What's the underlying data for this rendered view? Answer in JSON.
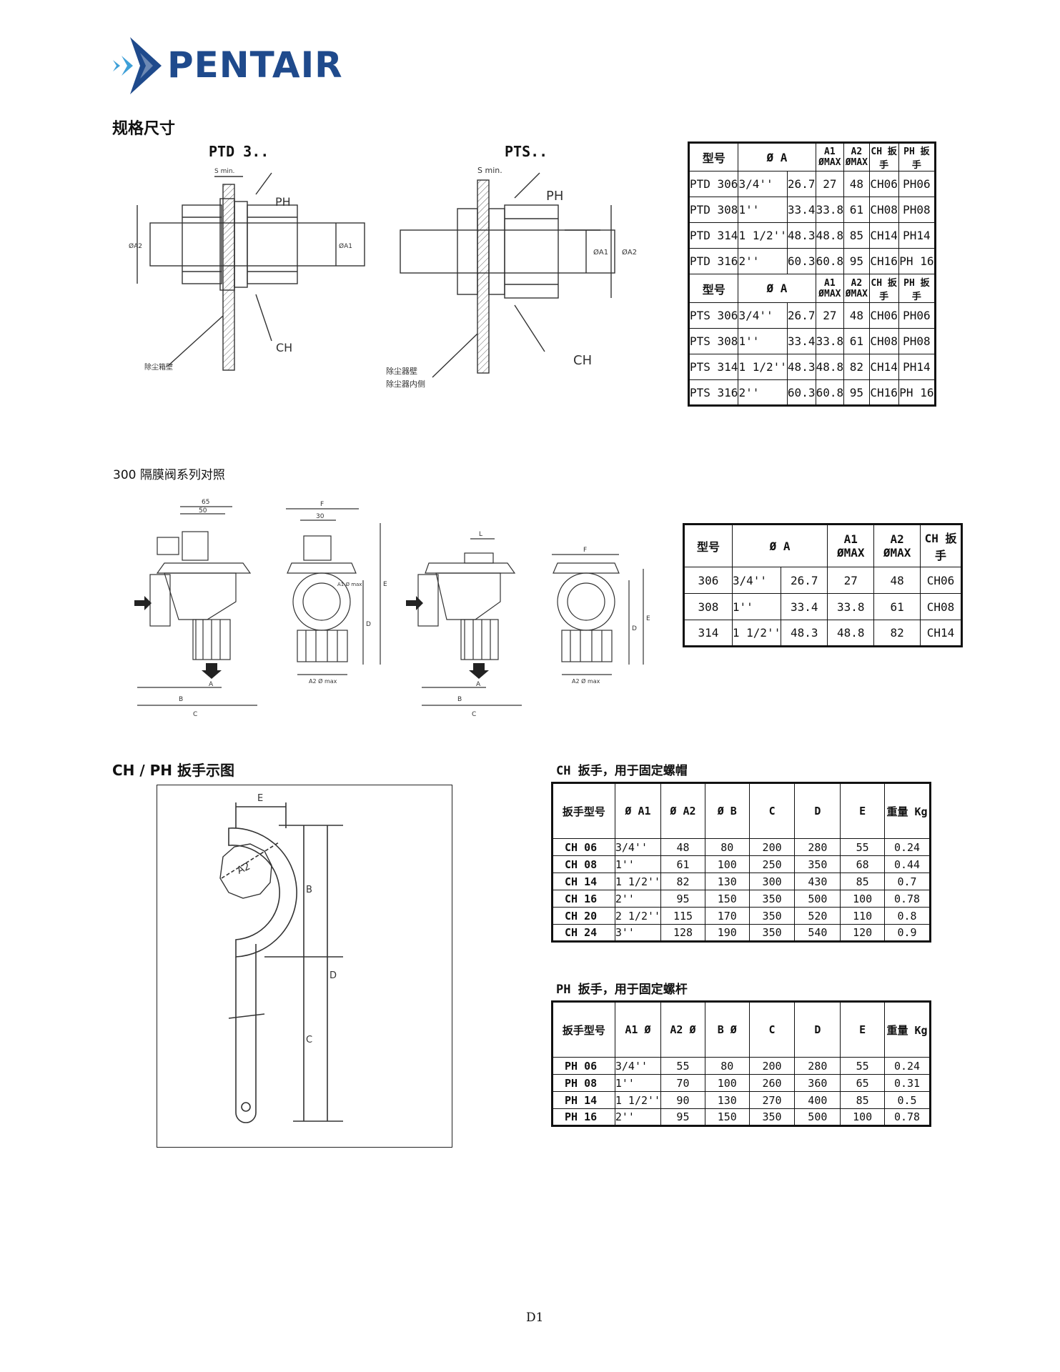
{
  "brand": {
    "name": "PENTAIR",
    "logo_color": "#1f4a8c",
    "accent_color": "#3ea0d8"
  },
  "section1": {
    "title": "规格尺寸",
    "drawing_ptd": {
      "title": "PTD 3..",
      "labels": {
        "s_min": "S min.",
        "ph": "PH",
        "ch": "CH",
        "a2": "ØA2",
        "a1": "ØA1",
        "note1": "除尘箱壁"
      }
    },
    "drawing_pts": {
      "title": "PTS..",
      "labels": {
        "s_min": "S min.",
        "ph": "PH",
        "ch": "CH",
        "a1": "ØA1",
        "a2": "ØA2",
        "note1": "除尘器壁",
        "note2": "除尘器内侧"
      }
    }
  },
  "dim_table": {
    "ptd_headers": [
      "型号",
      "Ø A",
      "A1 ØMAX",
      "A2 ØMAX",
      "CH 扳手",
      "PH 扳手"
    ],
    "ptd_rows": [
      [
        "PTD 306",
        "3/4''",
        "26.7",
        "27",
        "48",
        "CH06",
        "PH06"
      ],
      [
        "PTD 308",
        "1''",
        "33.4",
        "33.8",
        "61",
        "CH08",
        "PH08"
      ],
      [
        "PTD 314",
        "1 1/2''",
        "48.3",
        "48.8",
        "85",
        "CH14",
        "PH14"
      ],
      [
        "PTD 316",
        "2''",
        "60.3",
        "60.8",
        "95",
        "CH16",
        "PH 16"
      ]
    ],
    "pts_headers": [
      "型号",
      "Ø A",
      "A1 ØMAX",
      "A2 ØMAX",
      "CH 扳手",
      "PH 扳手"
    ],
    "pts_rows": [
      [
        "PTS 306",
        "3/4''",
        "26.7",
        "27",
        "48",
        "CH06",
        "PH06"
      ],
      [
        "PTS 308",
        "1''",
        "33.4",
        "33.8",
        "61",
        "CH08",
        "PH08"
      ],
      [
        "PTS 314",
        "1 1/2''",
        "48.3",
        "48.8",
        "82",
        "CH14",
        "PH14"
      ],
      [
        "PTS 316",
        "2''",
        "60.3",
        "60.8",
        "95",
        "CH16",
        "PH 16"
      ]
    ]
  },
  "section2": {
    "title": "300 隔膜阀系列对照",
    "dims": {
      "d65": "65",
      "d50": "50",
      "d30": "30",
      "b": "B",
      "c": "C",
      "a": "A",
      "d": "D",
      "e": "E",
      "f": "F",
      "l": "L",
      "a1max": "A1 Ø max",
      "a2max": "A2 Ø max"
    }
  },
  "series_table": {
    "headers": [
      "型号",
      "Ø A",
      "A1 ØMAX",
      "A2 ØMAX",
      "CH 扳手"
    ],
    "rows": [
      [
        "306",
        "3/4''",
        "26.7",
        "27",
        "48",
        "CH06"
      ],
      [
        "308",
        "1''",
        "33.4",
        "33.8",
        "61",
        "CH08"
      ],
      [
        "314",
        "1 1/2''",
        "48.3",
        "48.8",
        "82",
        "CH14"
      ]
    ]
  },
  "section3": {
    "title": "CH / PH 扳手示图",
    "wrench_labels": {
      "e": "E",
      "a2": "A2",
      "b": "B",
      "d": "D",
      "c": "C"
    }
  },
  "ch_table": {
    "title": "CH 扳手，用于固定螺帽",
    "headers": [
      "扳手型号",
      "Ø A1",
      "Ø A2",
      "Ø B",
      "C",
      "D",
      "E",
      "重量 Kg"
    ],
    "rows": [
      [
        "CH 06",
        "3/4''",
        "48",
        "80",
        "200",
        "280",
        "55",
        "0.24"
      ],
      [
        "CH 08",
        "1''",
        "61",
        "100",
        "250",
        "350",
        "68",
        "0.44"
      ],
      [
        "CH 14",
        "1 1/2''",
        "82",
        "130",
        "300",
        "430",
        "85",
        "0.7"
      ],
      [
        "CH 16",
        "2''",
        "95",
        "150",
        "350",
        "500",
        "100",
        "0.78"
      ],
      [
        "CH 20",
        "2 1/2''",
        "115",
        "170",
        "350",
        "520",
        "110",
        "0.8"
      ],
      [
        "CH 24",
        "3''",
        "128",
        "190",
        "350",
        "540",
        "120",
        "0.9"
      ]
    ]
  },
  "ph_table": {
    "title": "PH 扳手，用于固定螺杆",
    "headers": [
      "扳手型号",
      "A1 Ø",
      "A2 Ø",
      "B Ø",
      "C",
      "D",
      "E",
      "重量 Kg"
    ],
    "rows": [
      [
        "PH 06",
        "3/4''",
        "55",
        "80",
        "200",
        "280",
        "55",
        "0.24"
      ],
      [
        "PH 08",
        "1''",
        "70",
        "100",
        "260",
        "360",
        "65",
        "0.31"
      ],
      [
        "PH 14",
        "1 1/2''",
        "90",
        "130",
        "270",
        "400",
        "85",
        "0.5"
      ],
      [
        "PH 16",
        "2''",
        "95",
        "150",
        "350",
        "500",
        "100",
        "0.78"
      ]
    ]
  },
  "footer": {
    "page": "D1"
  }
}
